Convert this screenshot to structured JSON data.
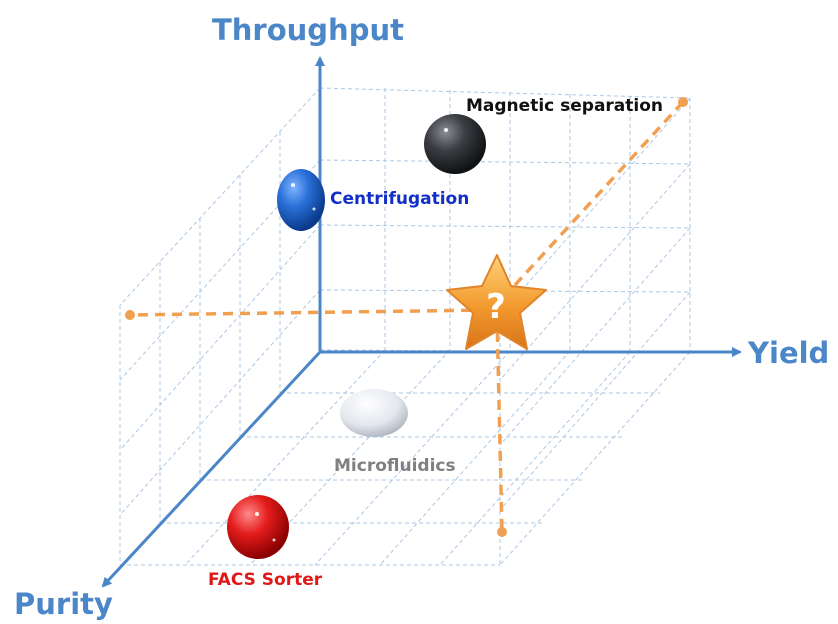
{
  "axes": {
    "throughput": "Throughput",
    "yield": "Yield",
    "purity": "Purity"
  },
  "methods": [
    {
      "id": "magnetic",
      "label": "Magnetic separation",
      "color": "#111111",
      "sphere": "#3a3d42"
    },
    {
      "id": "centrifugation",
      "label": "Centrifugation",
      "color": "#1230c8",
      "sphere": "#2a6fd8"
    },
    {
      "id": "microfluidics",
      "label": "Microfluidics",
      "color": "#808080",
      "sphere": "#dfe3ea"
    },
    {
      "id": "facs",
      "label": "FACS Sorter",
      "color": "#e01818",
      "sphere": "#e41c1c"
    }
  ],
  "target": {
    "symbol": "?",
    "color": "#f29a2e"
  },
  "colors": {
    "axis": "#4a86c8",
    "dashed_projection": "#f0a050",
    "grid": "#aec7e3"
  }
}
